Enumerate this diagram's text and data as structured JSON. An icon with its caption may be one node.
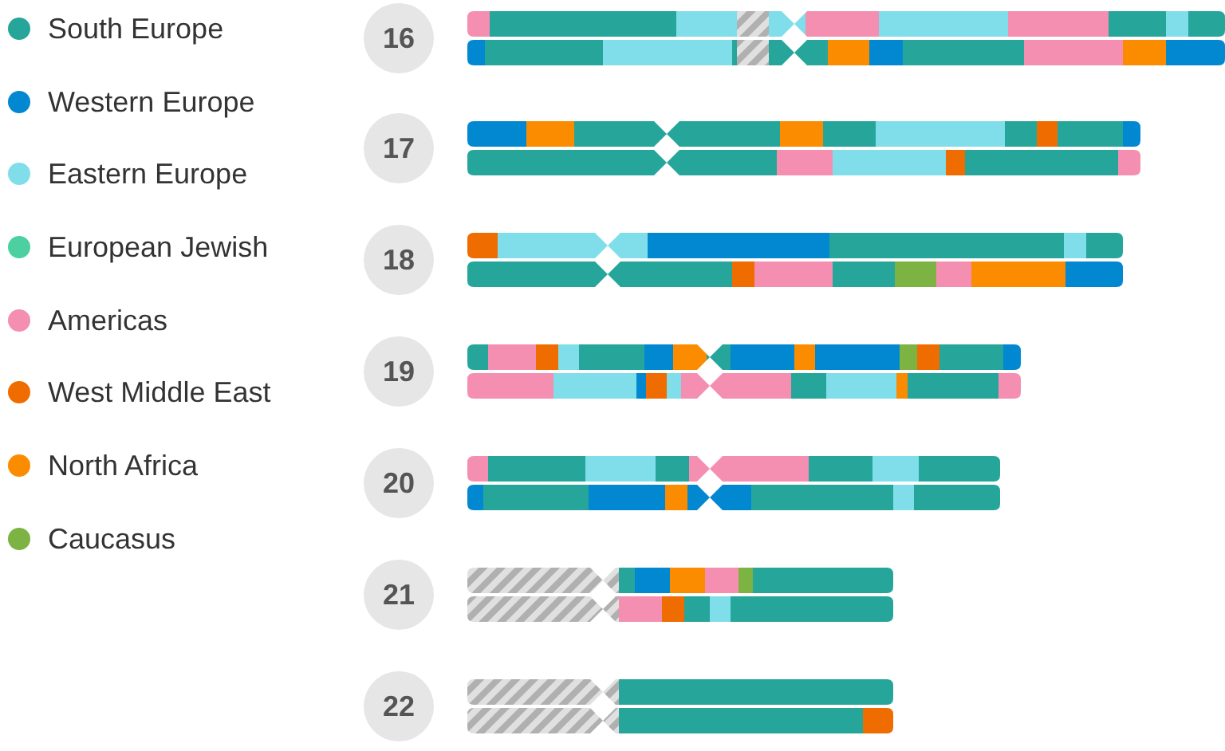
{
  "diagram": {
    "nodes": [
      {
        "text": [
          "16"
        ]
      },
      {
        "text": [
          "17"
        ]
      },
      {
        "text": [
          "18"
        ]
      },
      {
        "text": [
          "19"
        ]
      },
      {
        "text": [
          "20"
        ]
      },
      {
        "text": [
          "21"
        ]
      },
      {
        "text": [
          "22"
        ]
      }
    ],
    "legend": [
      {
        "text": "South Europe",
        "color": "#26a69a"
      },
      {
        "text": "Western Europe",
        "color": "#0288d1"
      },
      {
        "text": "Eastern Europe",
        "color": "#80deea"
      },
      {
        "text": "European Jewish",
        "color": "#4dd0a1"
      },
      {
        "text": "Americas",
        "color": "#f48fb1"
      },
      {
        "text": "West Middle East",
        "color": "#ef6c00"
      },
      {
        "text": "North Africa",
        "color": "#fb8c00"
      },
      {
        "text": "Caucasus",
        "color": "#7cb342"
      }
    ]
  }
}
